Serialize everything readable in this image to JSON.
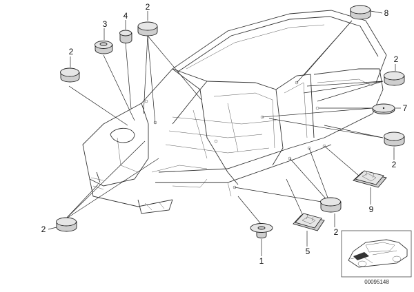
{
  "callouts": [
    {
      "id": "c2-top",
      "label": "2"
    },
    {
      "id": "c3",
      "label": "3"
    },
    {
      "id": "c4",
      "label": "4"
    },
    {
      "id": "c8",
      "label": "8"
    },
    {
      "id": "c2-left",
      "label": "2"
    },
    {
      "id": "c2-right-top",
      "label": "2"
    },
    {
      "id": "c7",
      "label": "7"
    },
    {
      "id": "c2-right-mid",
      "label": "2"
    },
    {
      "id": "c9",
      "label": "9"
    },
    {
      "id": "c2-bottom-left",
      "label": "2"
    },
    {
      "id": "c2-bottom-mid",
      "label": "2"
    },
    {
      "id": "c1",
      "label": "1"
    },
    {
      "id": "c5",
      "label": "5"
    }
  ],
  "document_number": "00095148",
  "icons": [
    "grommet-plug-icon",
    "car-silhouette-icon",
    "body-shell-icon"
  ]
}
